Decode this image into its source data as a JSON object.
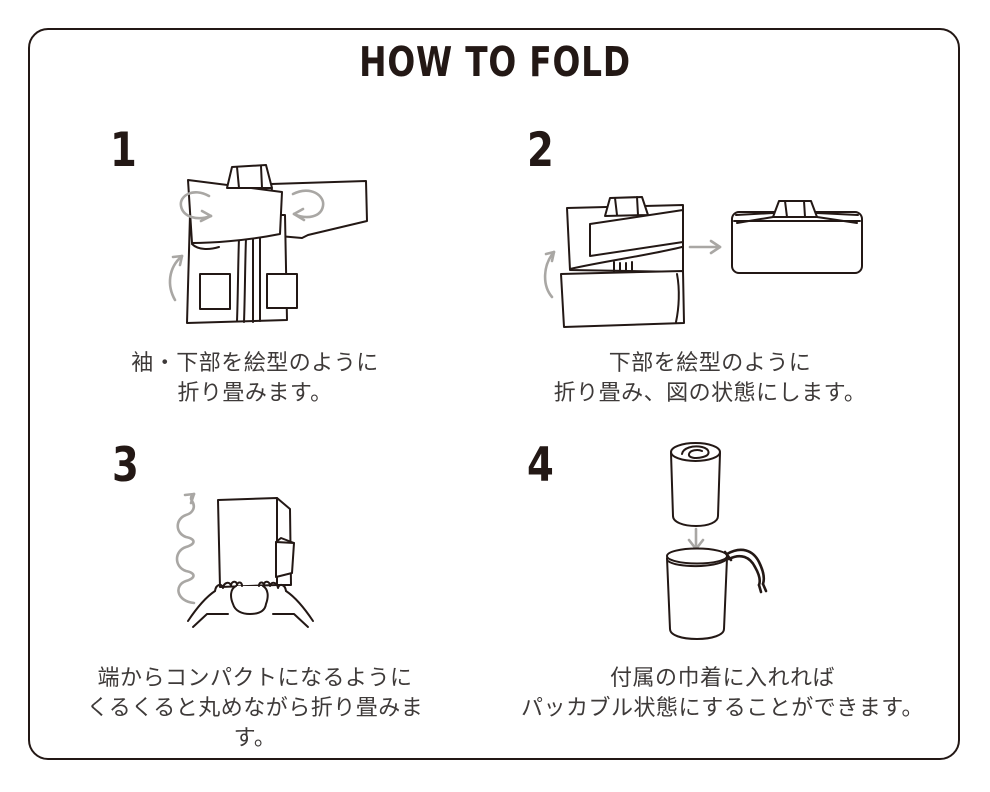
{
  "title": "HOW TO FOLD",
  "colors": {
    "line": "#231815",
    "arrow": "#a9a7a4",
    "caption": "#3e3a39"
  },
  "steps": [
    {
      "number": "1",
      "caption_lines": [
        "袖・下部を絵型のように",
        "折り畳みます。"
      ]
    },
    {
      "number": "2",
      "caption_lines": [
        "下部を絵型のように",
        "折り畳み、図の状態にします。"
      ]
    },
    {
      "number": "3",
      "caption_lines": [
        "端からコンパクトになるように",
        "くるくると丸めながら折り畳みます。"
      ]
    },
    {
      "number": "4",
      "caption_lines": [
        "付属の巾着に入れれば",
        "パッカブル状態にすることができます。"
      ]
    }
  ]
}
